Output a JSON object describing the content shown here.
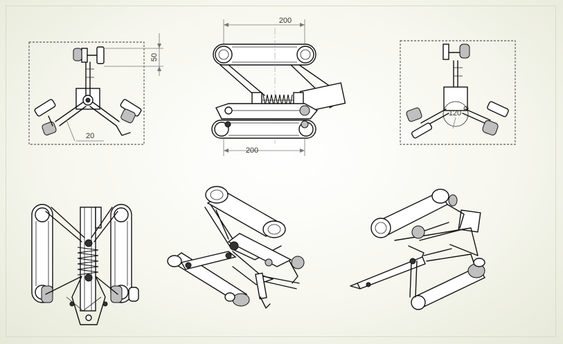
{
  "drawing": {
    "dimensions": {
      "top_width": "200",
      "bottom_width": "200",
      "height_offset": "50",
      "radius": "20",
      "angle": "120"
    },
    "colors": {
      "line": "#111111",
      "dimension": "#777777",
      "background": "#f7f7ef"
    }
  }
}
